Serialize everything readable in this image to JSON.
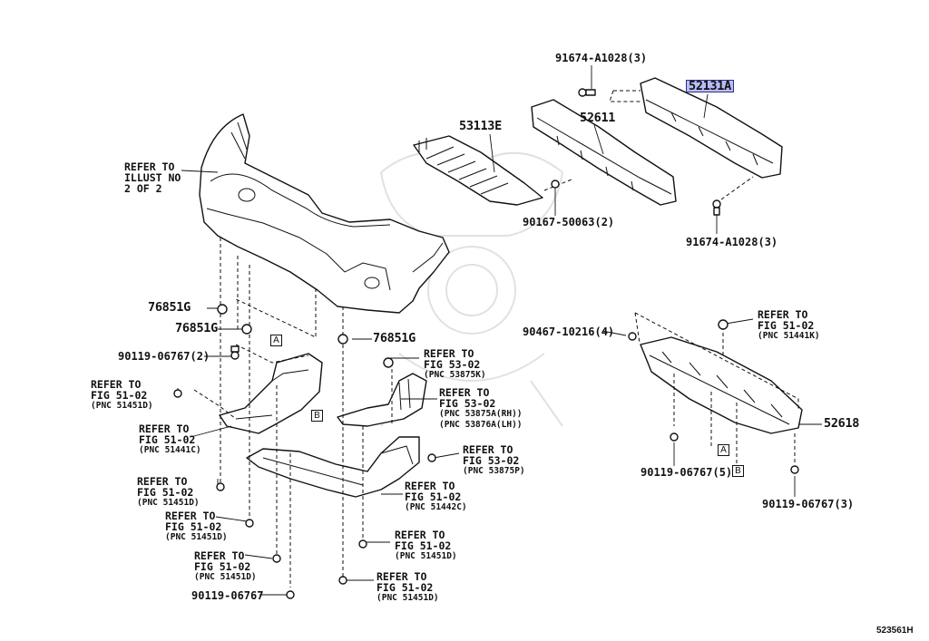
{
  "callouts": {
    "p91674_top": "91674-A1028(3)",
    "p52131a": "52131A",
    "p53113e": "53113E",
    "p52611": "52611",
    "p90167": "90167-50063(2)",
    "p91674_bottom": "91674-A1028(3)",
    "p76851g_a": "76851G",
    "p76851g_b": "76851G",
    "p76851g_c": "76851G",
    "p90119_2": "90119-06767(2)",
    "p90467": "90467-10216(4)",
    "p52618": "52618",
    "p90119_5": "90119-06767(5)",
    "p90119_3": "90119-06767(3)",
    "p90119_single": "90119-06767"
  },
  "refer_illust": {
    "line1": "REFER TO",
    "line2": "ILLUST NO",
    "line3": "2 OF 2"
  },
  "refs": {
    "r1": {
      "line1": "REFER TO",
      "line2": "FIG 51-02",
      "sub": "(PNC 51441K)"
    },
    "r2": {
      "line1": "REFER TO",
      "line2": "FIG 53-02",
      "sub": "(PNC 53875K)"
    },
    "r3": {
      "line1": "REFER TO",
      "line2": "FIG 51-02",
      "sub": "(PNC 51451D)"
    },
    "r4": {
      "line1": "REFER TO",
      "line2": "FIG 53-02",
      "sub1": "(PNC 53875A(RH))",
      "sub2": "(PNC 53876A(LH))"
    },
    "r5": {
      "line1": "REFER TO",
      "line2": "FIG 51-02",
      "sub": "(PNC 51441C)"
    },
    "r6": {
      "line1": "REFER TO",
      "line2": "FIG 53-02",
      "sub": "(PNC 53875P)"
    },
    "r7": {
      "line1": "REFER TO",
      "line2": "FIG 51-02",
      "sub": "(PNC 51451D)"
    },
    "r8": {
      "line1": "REFER TO",
      "line2": "FIG 51-02",
      "sub": "(PNC 51442C)"
    },
    "r9": {
      "line1": "REFER TO",
      "line2": "FIG 51-02",
      "sub": "(PNC 51451D)"
    },
    "r10": {
      "line1": "REFER TO",
      "line2": "FIG 51-02",
      "sub": "(PNC 51451D)"
    },
    "r11": {
      "line1": "REFER TO",
      "line2": "FIG 51-02",
      "sub": "(PNC 51451D)"
    },
    "r12": {
      "line1": "REFER TO",
      "line2": "FIG 51-02",
      "sub": "(PNC 51451D)"
    }
  },
  "markers": {
    "a": "A",
    "b": "B"
  },
  "figure_id": "523561H"
}
